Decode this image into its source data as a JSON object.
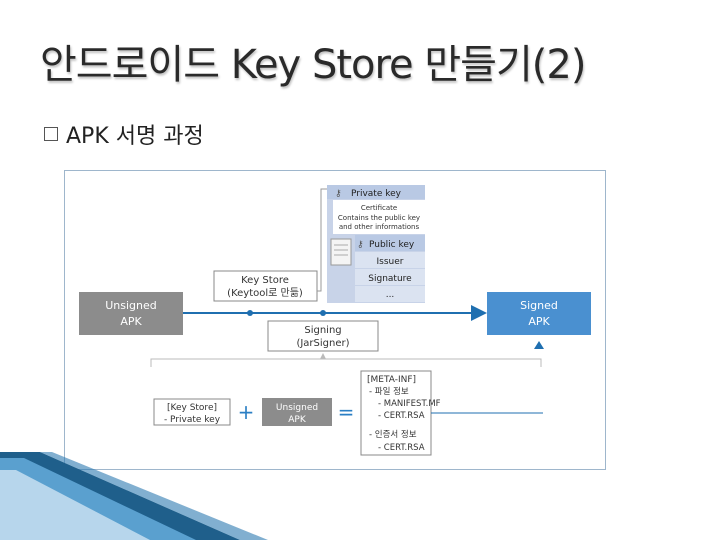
{
  "slide": {
    "title": "안드로이드 Key Store 만들기(2)",
    "bullet": "APK 서명 과정"
  },
  "diagram": {
    "unsigned_apk_line1": "Unsigned",
    "unsigned_apk_line2": "APK",
    "signed_apk_line1": "Signed",
    "signed_apk_line2": "APK",
    "keystore_line1": "Key Store",
    "keystore_line2": "(Keytool로 만듦)",
    "signing_line1": "Signing",
    "signing_line2": "(JarSigner)",
    "private_key": "Private key",
    "certificate_line1": "Certificate",
    "certificate_line2": "Contains the public key",
    "certificate_line3": "and other informations",
    "public_key": "Public key",
    "issuer": "Issuer",
    "signature": "Signature",
    "ellipsis": "...",
    "ks_private_line1": "[Key Store]",
    "ks_private_line2": "- Private key",
    "plus": "+",
    "unsigned2_line1": "Unsigned",
    "unsigned2_line2": "APK",
    "equals": "=",
    "meta_title": "[META-INF]",
    "meta_1": "- 파일 정보",
    "meta_2": "- MANIFEST.MF",
    "meta_3": "- CERT.RSA",
    "meta_4": "- 인증서 정보",
    "meta_5": "- CERT.RSA"
  },
  "colors": {
    "gray_box": "#8c8c8c",
    "blue_box": "#4a90d0",
    "arrow": "#1f6fb0",
    "key_header": "#b9c9e4",
    "cert_stack": "#c8d3e8"
  }
}
